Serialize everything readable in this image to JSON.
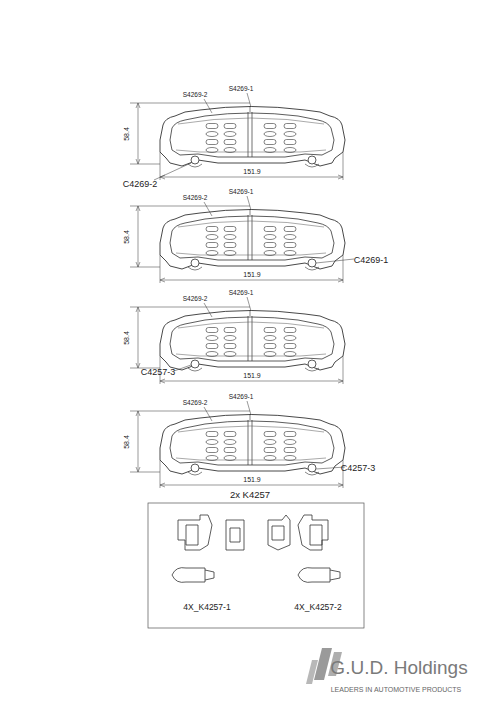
{
  "diagram": {
    "labels": [
      "S4269-2",
      "S4269-1",
      "58.4",
      "151.9",
      "C4269-2",
      "S4269-2",
      "S4269-1",
      "58.4",
      "151.9",
      "C4269-1",
      "S4269-2",
      "S4269-1",
      "58.4",
      "151.9",
      "C4257-3",
      "S4269-2",
      "S4269-1",
      "58.4",
      "151.9",
      "C4257-3",
      "2x K4257",
      "4X_K4257-1",
      "4X_K4257-2",
      "G.U.D. Holdings",
      "LEADERS IN AUTOMOTIVE PRODUCTS"
    ]
  }
}
